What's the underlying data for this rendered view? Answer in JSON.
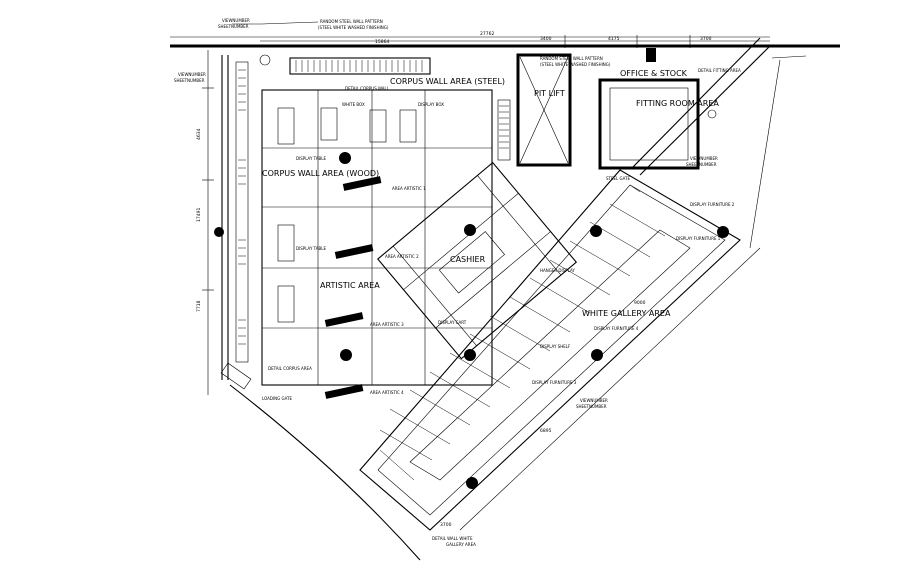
{
  "labels": {
    "corpus_wall_area_top": "CORPUS WALL AREA (STEEL)",
    "corpus_wall_area_left": "CORPUS WALL AREA (WOOD)",
    "artistic_area": "ARTISTIC AREA",
    "cashier": "CASHIER",
    "pit_lift": "PIT LIFT",
    "office_stock": "OFFICE & STOCK",
    "fitting_room": "FITTING ROOM AREA",
    "white_gallery": "WHITE GALLERY AREA"
  },
  "notes": {
    "viewnumber": "VIEWNUMBER",
    "sheetnumber": "SHEETNUMBER",
    "wall_pattern_top": "RANDOM STEEL WALL PATTERN",
    "wall_pattern_top2": "(STEEL WHITE WASHED FINISHING)",
    "wall_pattern_lift": "RANDOM STEEL WALL PATTERN",
    "wall_pattern_lift2": "(STEEL WHITE WASHED FINISHING)",
    "detail_fitting_area": "DETAIL FITTING AREA",
    "detail_corpus_wall": "DETAIL CORPUS WALL",
    "display_table": "DISPLAY TABLE",
    "artistic_1": "AREA ARTISTIC 1",
    "artistic_2": "AREA ARTISTIC 2",
    "artistic_3": "AREA ARTISTIC 3",
    "artistic_4": "AREA ARTISTIC 4",
    "detail_corpus_area": "DETAIL CORPUS AREA",
    "loading_gate": "LOADING GATE",
    "steel_gate": "STEEL GATE",
    "hanger_display": "HANGER DISPLAY",
    "display_shelf": "DISPLAY SHELF",
    "display_cart": "DISPLAY CART",
    "display_furniture_1": "DISPLAY FURNITURE 1",
    "display_furniture_2": "DISPLAY FURNITURE 2",
    "display_furniture_3": "DISPLAY FURNITURE 3",
    "display_furniture_4": "DISPLAY FURNITURE 4",
    "detail_wall_white": "DETAIL WALL WHITE",
    "gallery_area": "GALLERY AREA",
    "white_box": "WHITE BOX",
    "display_box": "DISPLAY BOX"
  },
  "dimensions": {
    "top_total": "27762",
    "top_a": "15864",
    "top_b": "3400",
    "top_c": "4175",
    "top_d": "3700",
    "left_a": "4634",
    "left_b": "17491",
    "left_c": "7718",
    "right_a": "9000",
    "bottom_a": "6895",
    "bottom_b": "3700"
  }
}
